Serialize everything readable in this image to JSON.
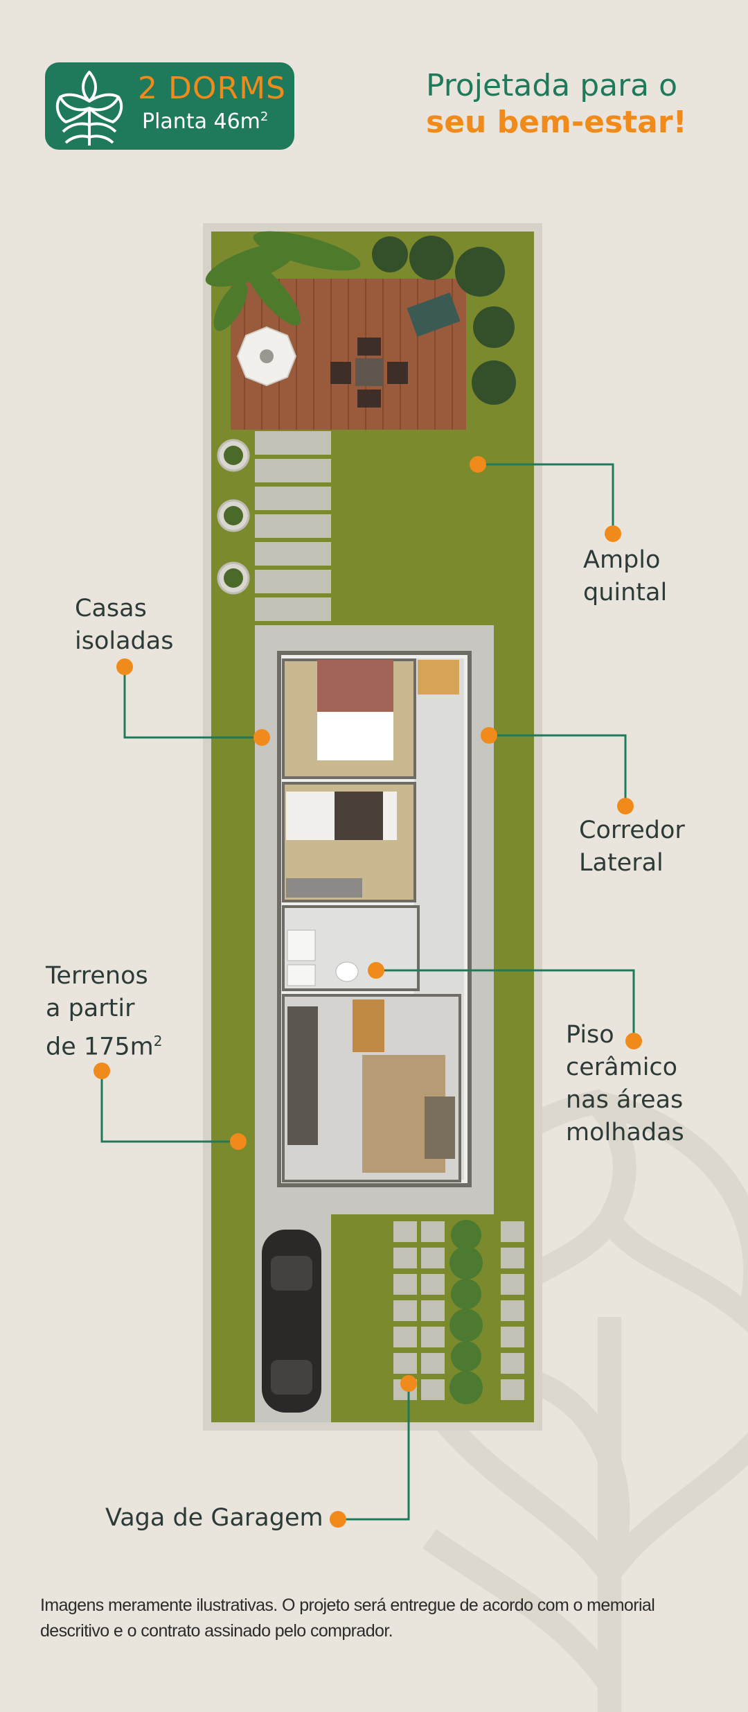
{
  "badge": {
    "title": "2 DORMS",
    "plan_prefix": "Planta 46m",
    "plan_sup": "2",
    "logo_icon": "lotus-flower-icon"
  },
  "headline": {
    "line1": "Projetada para o",
    "line2": "seu bem-estar!"
  },
  "labels": {
    "amplo_quintal": "Amplo\nquintal",
    "casas_isoladas": "Casas\nisoladas",
    "corredor_lateral": "Corredor\nLateral",
    "terrenos_prefix": "Terrenos\na partir\nde 175m",
    "terrenos_sup": "2",
    "piso_ceramico": "Piso\ncerâmico\nnas áreas\nmolhadas",
    "vaga_garagem": "Vaga de Garagem"
  },
  "footer": {
    "disclaimer": "Imagens meramente ilustrativas. O projeto será entregue de acordo com o memorial descritivo e o contrato assinado pelo comprador."
  },
  "colors": {
    "background": "#e9e5dc",
    "brand_green": "#1f7a5c",
    "accent_orange": "#f08a1a",
    "marker_line": "#1f7a5c",
    "grass": "#7c8a2e",
    "deck": "#9a5a3c"
  }
}
